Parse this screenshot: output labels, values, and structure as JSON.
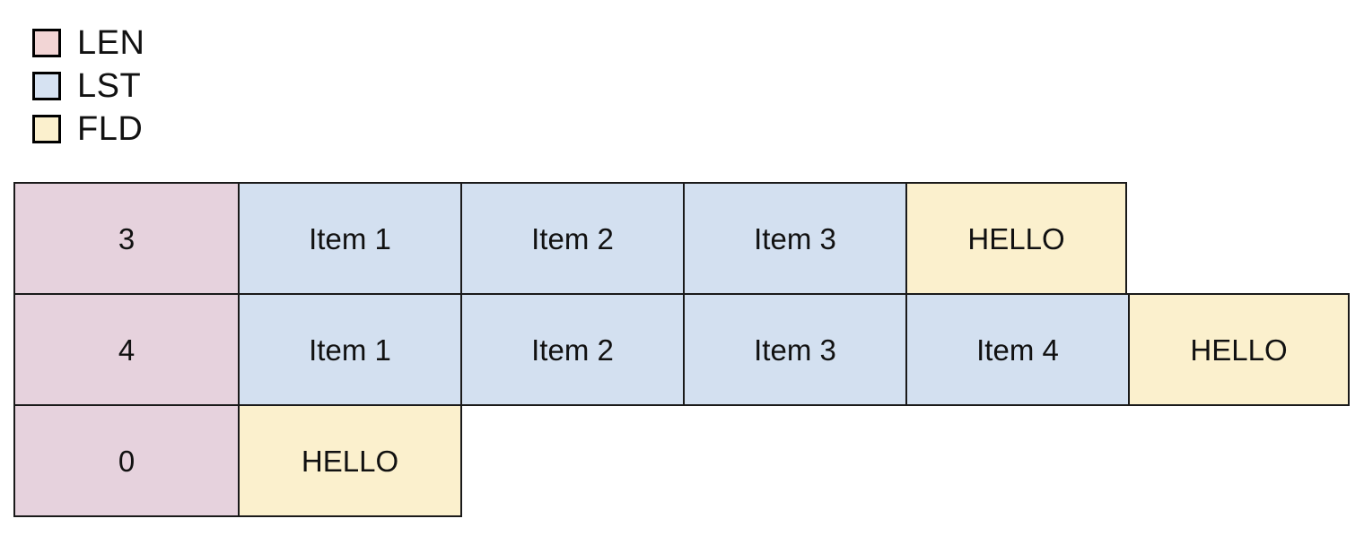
{
  "legend": {
    "items": [
      {
        "label": "LEN",
        "color": "#f2d5d5",
        "icon": "square-swatch-icon"
      },
      {
        "label": "LST",
        "color": "#d6e2f2",
        "icon": "square-swatch-icon"
      },
      {
        "label": "FLD",
        "color": "#fbf0cd",
        "icon": "square-swatch-icon"
      }
    ]
  },
  "colors": {
    "len_fill": "#e6d2dd",
    "lst_fill": "#d3e0f0",
    "fld_fill": "#fbf0cd",
    "border": "#1a1a1a",
    "text": "#111111",
    "background": "#ffffff"
  },
  "table": {
    "rows": [
      {
        "cells": [
          {
            "text": "3",
            "kind": "LEN"
          },
          {
            "text": "Item 1",
            "kind": "LST"
          },
          {
            "text": "Item 2",
            "kind": "LST"
          },
          {
            "text": "Item 3",
            "kind": "LST"
          },
          {
            "text": "HELLO",
            "kind": "FLD"
          }
        ]
      },
      {
        "cells": [
          {
            "text": "4",
            "kind": "LEN"
          },
          {
            "text": "Item 1",
            "kind": "LST"
          },
          {
            "text": "Item 2",
            "kind": "LST"
          },
          {
            "text": "Item 3",
            "kind": "LST"
          },
          {
            "text": "Item 4",
            "kind": "LST"
          },
          {
            "text": "HELLO",
            "kind": "FLD"
          }
        ]
      },
      {
        "cells": [
          {
            "text": "0",
            "kind": "LEN"
          },
          {
            "text": "HELLO",
            "kind": "FLD"
          }
        ]
      }
    ]
  }
}
